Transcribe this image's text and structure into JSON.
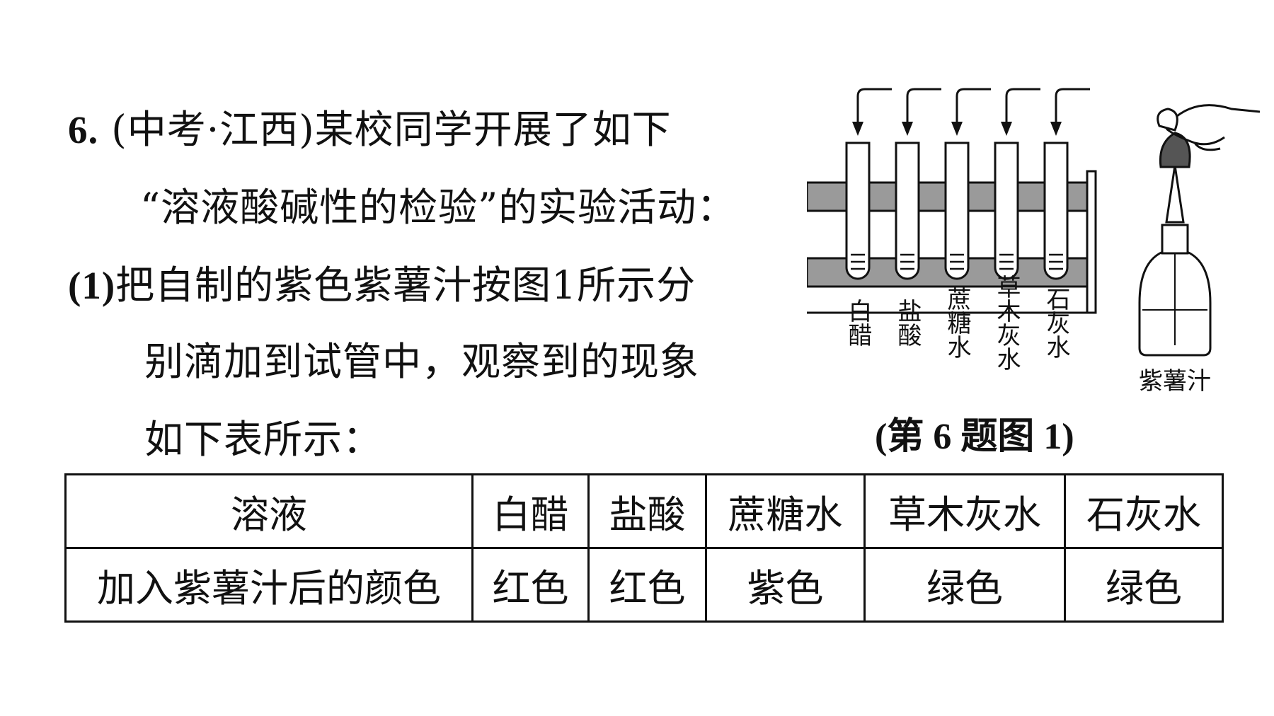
{
  "question": {
    "number": "6",
    "dot": ".",
    "source": "(中考·江西)",
    "line1_text": "某校同学开展了如下",
    "line2": "“溶液酸碱性的检验”的实验活动：",
    "part_label": "(1)",
    "line3_text": "把自制的紫色紫薯汁按图1所示分",
    "line4": "别滴加到试管中，观察到的现象",
    "line5": "如下表所示："
  },
  "figure": {
    "tube_labels": [
      "白醋",
      "盐酸",
      "蔗糖水",
      "草木灰水",
      "石灰水"
    ],
    "bottle_label": "紫薯汁",
    "caption": "(第 6 题图 1)"
  },
  "table": {
    "row1": [
      "溶液",
      "白醋",
      "盐酸",
      "蔗糖水",
      "草木灰水",
      "石灰水"
    ],
    "row2": [
      "加入紫薯汁后的颜色",
      "红色",
      "红色",
      "紫色",
      "绿色",
      "绿色"
    ]
  }
}
